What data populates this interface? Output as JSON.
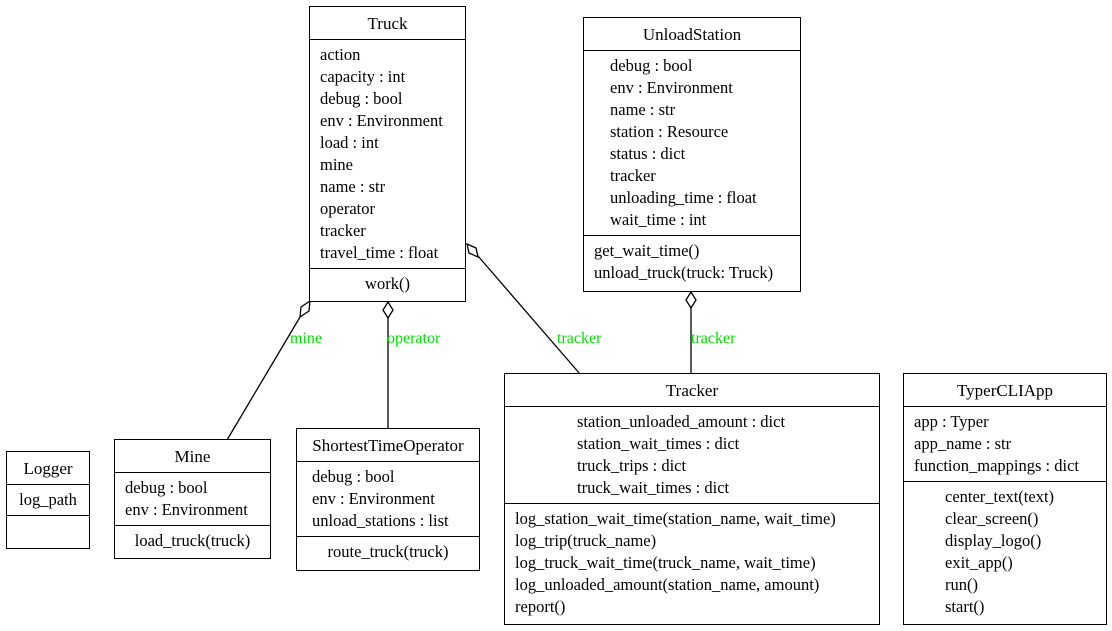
{
  "classes": {
    "truck": {
      "name": "Truck",
      "attributes": [
        "action",
        "capacity : int",
        "debug : bool",
        "env : Environment",
        "load : int",
        "mine",
        "name : str",
        "operator",
        "tracker",
        "travel_time : float"
      ],
      "methods": [
        "work()"
      ]
    },
    "unload_station": {
      "name": "UnloadStation",
      "attributes": [
        "debug : bool",
        "env : Environment",
        "name : str",
        "station : Resource",
        "status : dict",
        "tracker",
        "unloading_time : float",
        "wait_time : int"
      ],
      "methods": [
        "get_wait_time()",
        "unload_truck(truck: Truck)"
      ]
    },
    "logger": {
      "name": "Logger",
      "attributes": [
        "log_path"
      ],
      "methods": []
    },
    "mine": {
      "name": "Mine",
      "attributes": [
        "debug : bool",
        "env : Environment"
      ],
      "methods": [
        "load_truck(truck)"
      ]
    },
    "shortest_time_operator": {
      "name": "ShortestTimeOperator",
      "attributes": [
        "debug : bool",
        "env : Environment",
        "unload_stations : list"
      ],
      "methods": [
        "route_truck(truck)"
      ]
    },
    "tracker": {
      "name": "Tracker",
      "attributes": [
        "station_unloaded_amount : dict",
        "station_wait_times : dict",
        "truck_trips : dict",
        "truck_wait_times : dict"
      ],
      "methods": [
        "log_station_wait_time(station_name, wait_time)",
        "log_trip(truck_name)",
        "log_truck_wait_time(truck_name, wait_time)",
        "log_unloaded_amount(station_name, amount)",
        "report()"
      ]
    },
    "typer_cli_app": {
      "name": "TyperCLIApp",
      "attributes": [
        "app : Typer",
        "app_name : str",
        "function_mappings : dict"
      ],
      "methods": [
        "center_text(text)",
        "clear_screen()",
        "display_logo()",
        "exit_app()",
        "run()",
        "start()"
      ]
    }
  },
  "edges": {
    "mine": "mine",
    "operator": "operator",
    "tracker_truck": "tracker",
    "tracker_station": "tracker"
  },
  "colors": {
    "edge_label": "#00e000",
    "line": "#000000"
  }
}
